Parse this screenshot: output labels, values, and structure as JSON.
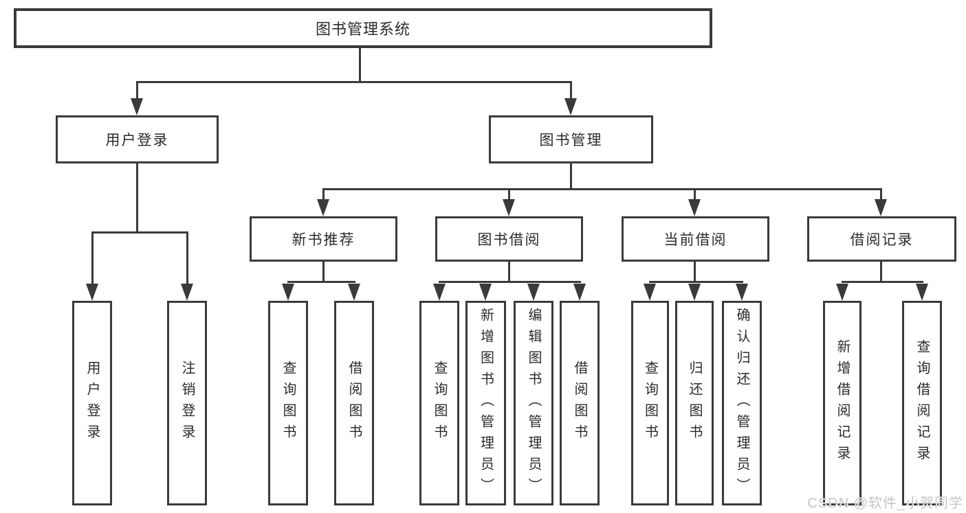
{
  "root": {
    "label": "图书管理系统"
  },
  "user_login": {
    "label": "用户登录",
    "children": [
      "用户登录",
      "注销登录"
    ]
  },
  "book_management": {
    "label": "图书管理",
    "children": [
      {
        "label": "新书推荐",
        "children": [
          "查询图书",
          "借阅图书"
        ]
      },
      {
        "label": "图书借阅",
        "children": [
          "查询图书",
          "新增图书（管理员）",
          "编辑图书（管理员）",
          "借阅图书"
        ]
      },
      {
        "label": "当前借阅",
        "children": [
          "查询图书",
          "归还图书",
          "确认归还（管理员）"
        ]
      },
      {
        "label": "借阅记录",
        "children": [
          "新增借阅记录",
          "查询借阅记录"
        ]
      }
    ]
  },
  "watermark": "CSDN @软件_小贺同学",
  "colors": {
    "line": "#3a3a3a",
    "text": "#2b2b2b",
    "background": "#ffffff",
    "watermark": "#c6c6c6"
  }
}
